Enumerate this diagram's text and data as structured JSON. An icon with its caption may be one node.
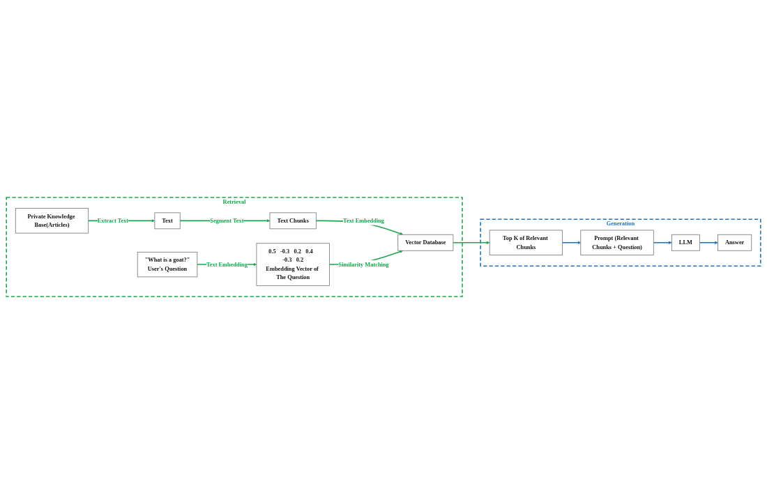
{
  "diagram": {
    "nodes": [
      {
        "text": [
          "Retrieval"
        ]
      },
      {
        "text": [
          "Private Knowledge Base(Articles)"
        ],
        "in": 0
      },
      {
        "text": [
          "Text"
        ],
        "in": 0
      },
      {
        "text": [
          "Text Chunks"
        ],
        "in": 0
      },
      {
        "text": [
          "Vector Database"
        ],
        "in": 0
      },
      {
        "text": [
          "\"What is a goat?\"",
          "User's Question"
        ],
        "in": 0
      },
      {
        "text": [
          "0.5",
          "-0.3",
          "0.2",
          "0.4",
          "-0.3",
          "0.2",
          "Embedding Vector of The Question"
        ],
        "in": 0
      },
      {
        "text": [
          "Generation"
        ]
      },
      {
        "text": [
          "Top K of Relevant Chunks"
        ],
        "in": 7
      },
      {
        "text": [
          "Prompt (Relevant Chunks + Question)"
        ],
        "in": 7
      },
      {
        "text": [
          "LLM"
        ],
        "in": 7
      },
      {
        "text": [
          "Answer"
        ],
        "in": 7
      }
    ],
    "edges": [
      {
        "from": 1,
        "to": 2,
        "arrow": "to",
        "label": "Extract Text"
      },
      {
        "from": 2,
        "to": 3,
        "arrow": "to",
        "label": "Segment Text"
      },
      {
        "from": 3,
        "to": 4,
        "arrow": "to",
        "label": "Text Embedding"
      },
      {
        "from": 5,
        "to": 6,
        "arrow": "to",
        "label": "Text Embedding"
      },
      {
        "from": 6,
        "to": 4,
        "arrow": "to",
        "label": "Similarity Matching"
      },
      {
        "from": 4,
        "to": 8,
        "arrow": "to"
      },
      {
        "from": 8,
        "to": 9,
        "arrow": "to",
        "color": "#1f72c4"
      },
      {
        "from": 9,
        "to": 10,
        "arrow": "to",
        "color": "#1f72c4"
      },
      {
        "from": 10,
        "to": 11,
        "arrow": "to",
        "color": "#1f72c4"
      }
    ]
  }
}
